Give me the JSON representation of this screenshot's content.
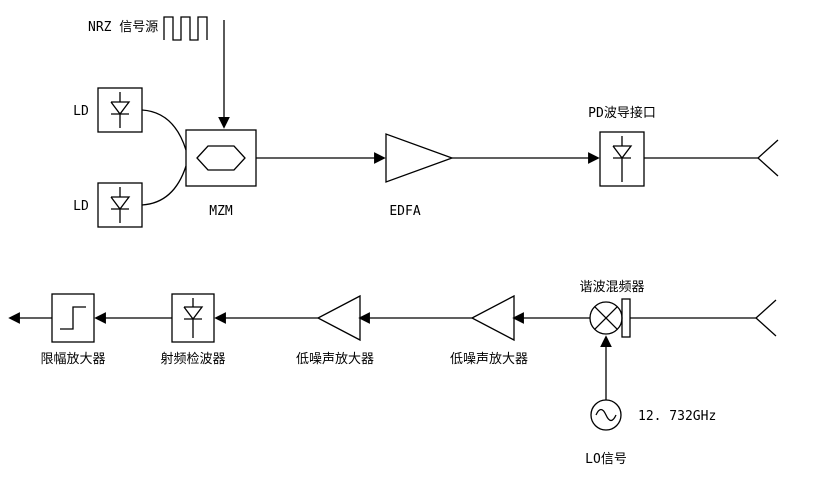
{
  "colors": {
    "stroke": "#000000",
    "background": "#ffffff"
  },
  "diagram": {
    "transmitter": {
      "nrz_source": "NRZ 信号源",
      "laser_top": "LD",
      "laser_bottom": "LD",
      "modulator": "MZM",
      "amplifier": "EDFA",
      "pd_interface": "PD波导接口"
    },
    "receiver": {
      "mixer": "谐波混频器",
      "lna_1": "低噪声放大器",
      "lna_2": "低噪声放大器",
      "rf_detector": "射频检波器",
      "limiting_amp": "限幅放大器",
      "lo_frequency": "12. 732GHz",
      "lo_signal": "LO信号"
    }
  }
}
